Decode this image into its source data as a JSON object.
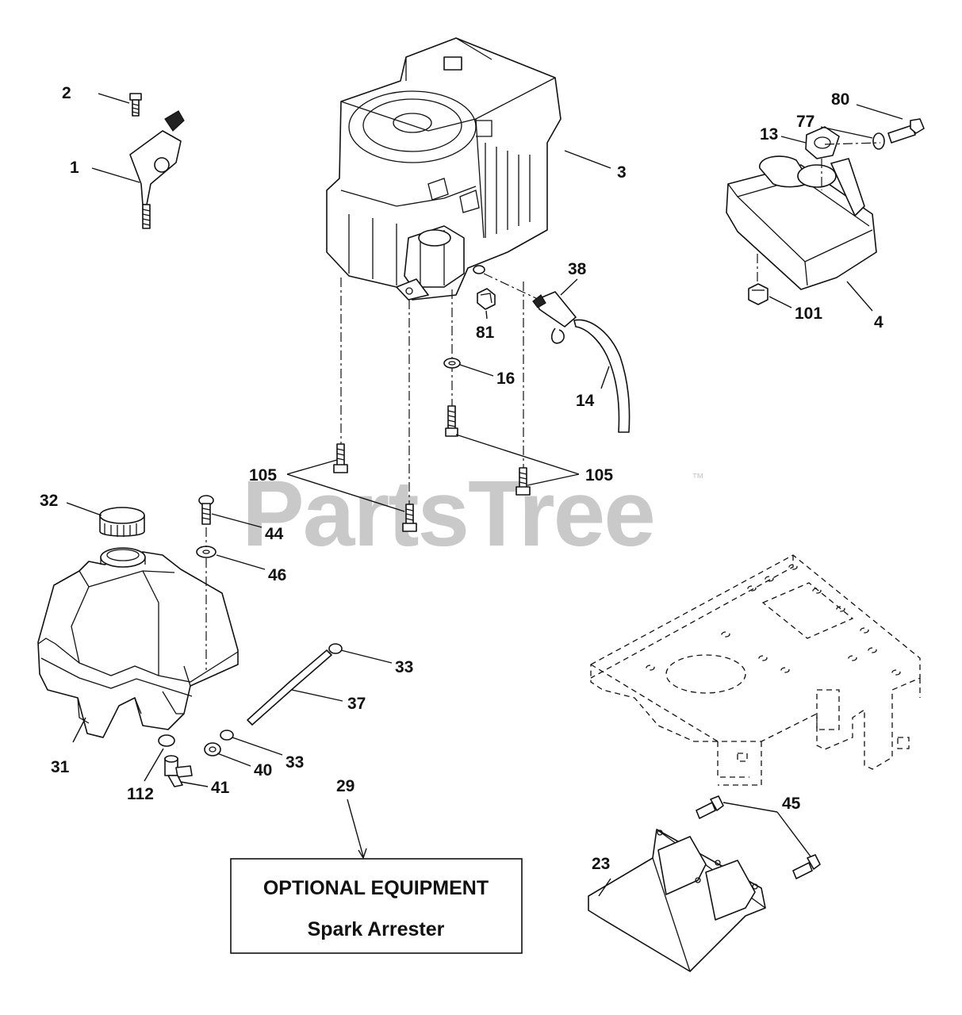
{
  "watermark": {
    "brand": "PartsTree",
    "trademark": "™"
  },
  "callouts": {
    "c1": "1",
    "c2": "2",
    "c3": "3",
    "c4": "4",
    "c13": "13",
    "c14": "14",
    "c16": "16",
    "c23": "23",
    "c29": "29",
    "c31": "31",
    "c32": "32",
    "c33a": "33",
    "c33b": "33",
    "c37": "37",
    "c38": "38",
    "c40": "40",
    "c41": "41",
    "c44": "44",
    "c45": "45",
    "c46": "46",
    "c77": "77",
    "c80": "80",
    "c81": "81",
    "c101": "101",
    "c105a": "105",
    "c105b": "105",
    "c112": "112"
  },
  "optional_box": {
    "title": "OPTIONAL EQUIPMENT",
    "subtitle": "Spark Arrester"
  }
}
